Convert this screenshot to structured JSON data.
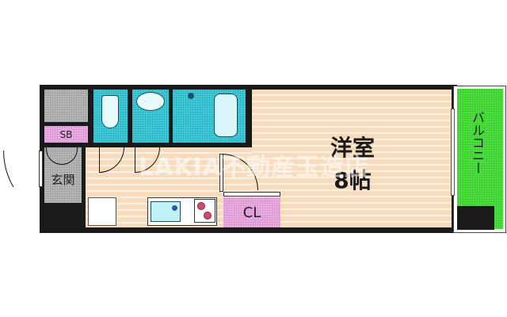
{
  "floorplan": {
    "rooms": {
      "western_room": {
        "name": "洋室",
        "size": "8帖"
      },
      "closet": {
        "label": "CL"
      },
      "shoe_box": {
        "label": "SB"
      },
      "entrance": {
        "label": "玄関"
      },
      "balcony": {
        "label": "バルコニー"
      }
    },
    "watermark": "LAKIA不動産玉造店",
    "colors": {
      "wall": "#1a1a1a",
      "flooring": "#f6dcbd",
      "wet_area": "#3fc7d6",
      "closet": "#e7a9e0",
      "balcony": "#4bdc3e",
      "storage_gray": "#b3b3b3"
    },
    "icons": [
      "toilet-icon",
      "washbasin-icon",
      "bathtub-icon",
      "sink-icon",
      "stove-icon",
      "refrigerator-space-icon"
    ]
  }
}
